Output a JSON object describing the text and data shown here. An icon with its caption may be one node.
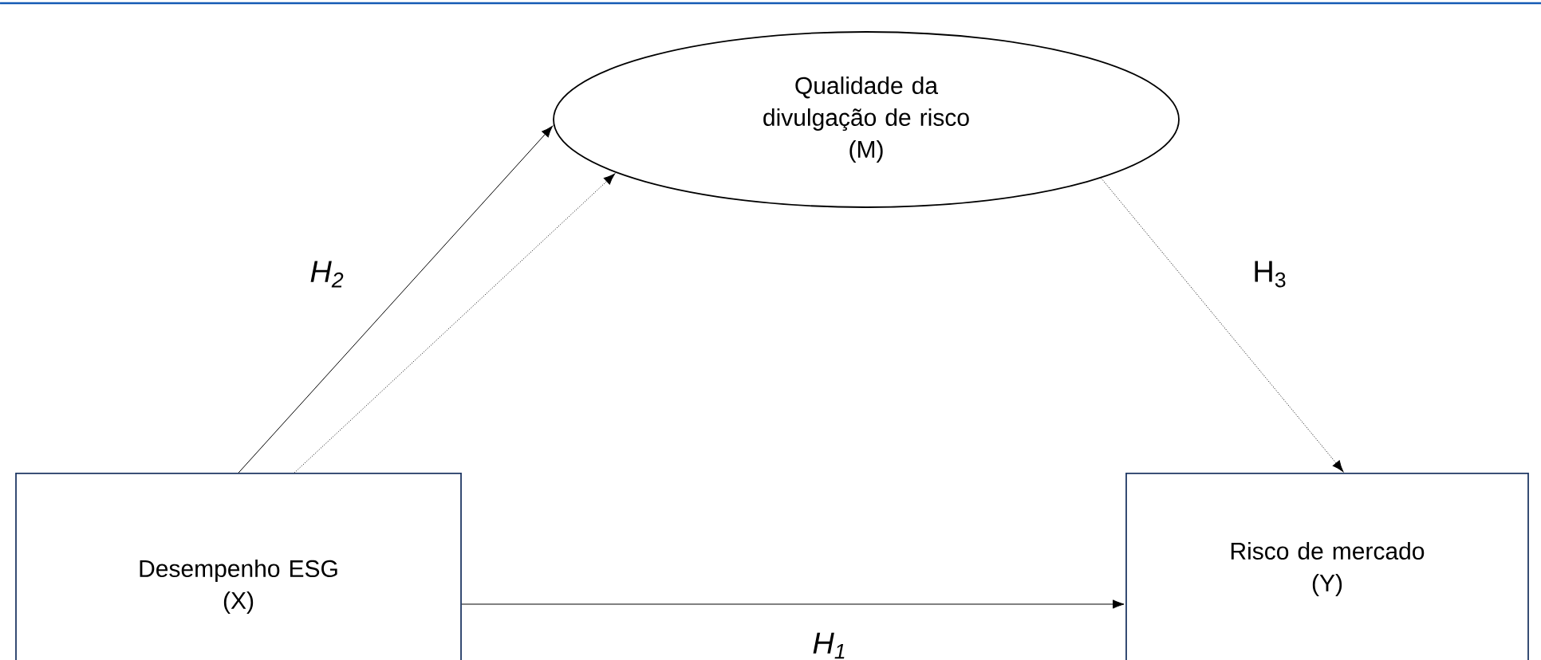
{
  "diagram": {
    "nodes": [
      {
        "text": [
          "Qualidade da divulgação de risco",
          "(M)"
        ]
      },
      {
        "text": [
          "Desempenho ESG",
          "(X)"
        ]
      },
      {
        "text": [
          "Risco de mercado",
          "(Y)"
        ]
      }
    ],
    "edges": [
      {
        "from": 1,
        "to": 0,
        "arrow": "to",
        "label": "H$_{2}$"
      },
      {
        "from": 1,
        "to": 0,
        "arrow": "to",
        "style": "dashed"
      },
      {
        "from": 0,
        "to": 2,
        "arrow": "to",
        "style": "dashed",
        "label": "H$_{3}$"
      },
      {
        "from": 1,
        "to": 2,
        "arrow": "to",
        "label": "H$_{1}$"
      }
    ]
  }
}
